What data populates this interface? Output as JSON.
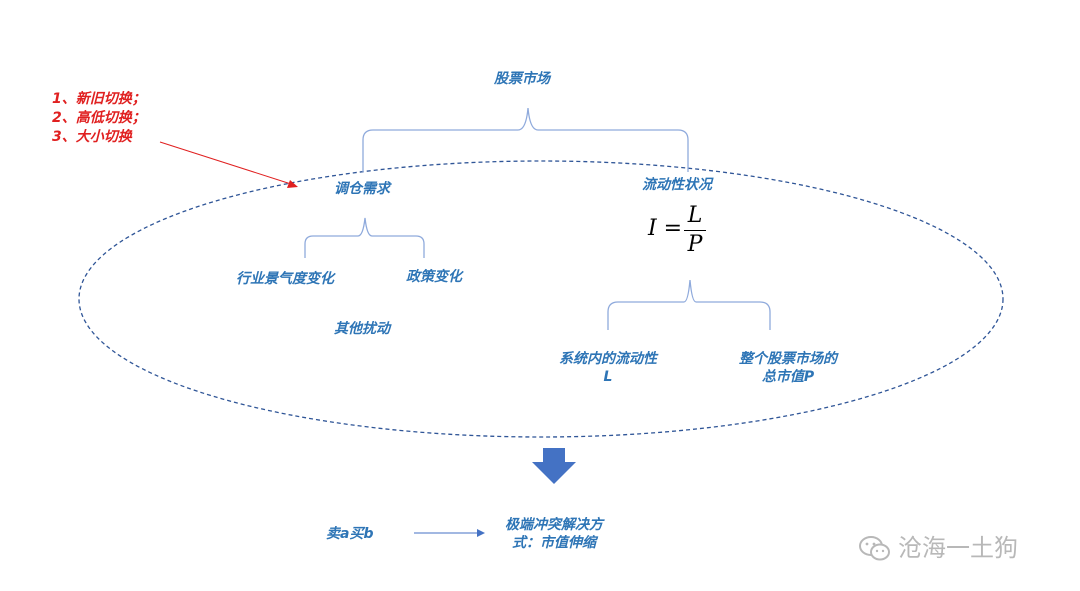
{
  "nodes": {
    "stock_market": "股票市场",
    "rebalance_demand": "调仓需求",
    "liquidity_status": "流动性状况",
    "industry_cycle": "行业景气度变化",
    "policy_change": "政策变化",
    "other_disturbance": "其他扰动",
    "internal_liquidity": "系统内的流动性",
    "internal_liquidity_symbol": "L",
    "total_market_value": "整个股票市场的",
    "total_market_value_2": "总市值P",
    "sell_buy": "卖a买b",
    "resolution_1": "极端冲突解决方",
    "resolution_2": "式：市值伸缩"
  },
  "annotation": {
    "items": [
      "1、新旧切换；",
      "2、高低切换；",
      "3、大小切换"
    ],
    "color": "#e02020"
  },
  "formula": {
    "lhs": "I =",
    "numerator": "L",
    "denominator": "P"
  },
  "watermark": "沧海一土狗",
  "colors": {
    "accent": "#2e75b6",
    "bracket": "#8faadc",
    "ellipse": "#2f5597",
    "arrow_down": "#4472c4"
  }
}
